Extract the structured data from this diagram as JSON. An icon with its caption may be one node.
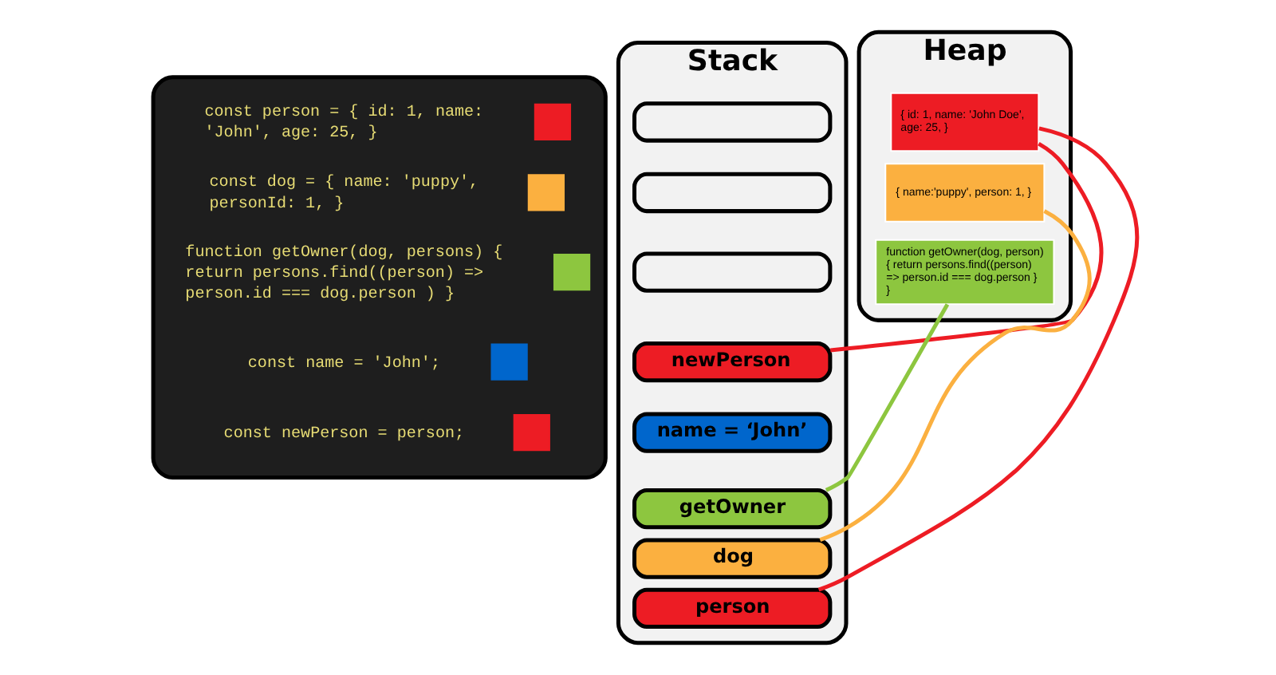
{
  "diagram": {
    "nodes": [
      {
        "text": [],
        "shape": "box"
      },
      {
        "text": [
          "const person = { id: 1, name: 'John', age: 25, }"
        ],
        "in": 0
      },
      {
        "text": [],
        "shape": "box",
        "in": 0
      },
      {
        "text": [
          "const dog = { name: 'puppy', personId: 1, }"
        ],
        "in": 0
      },
      {
        "text": [],
        "shape": "box",
        "in": 0
      },
      {
        "text": [
          "function getOwner(dog, persons) { return persons.find((person) => person.id === dog.person ) }"
        ],
        "in": 0
      },
      {
        "text": [],
        "shape": "box",
        "in": 0
      },
      {
        "text": [
          "const name = 'John';"
        ],
        "in": 0
      },
      {
        "text": [],
        "shape": "box",
        "in": 0
      },
      {
        "text": [
          "const newPerson = person;"
        ],
        "in": 0
      },
      {
        "text": [],
        "shape": "box",
        "in": 0
      },
      {
        "text": [
          "Stack"
        ]
      },
      {
        "text": [],
        "shape": "box",
        "in": 11
      },
      {
        "text": [],
        "shape": "box",
        "in": 11
      },
      {
        "text": [],
        "shape": "box",
        "in": 11
      },
      {
        "text": [
          "newPerson"
        ],
        "in": 11
      },
      {
        "text": [
          "name = ‘John’"
        ],
        "in": 11
      },
      {
        "text": [
          "getOwner"
        ],
        "in": 11
      },
      {
        "text": [
          "dog"
        ],
        "in": 11
      },
      {
        "text": [
          "person"
        ],
        "in": 11
      },
      {
        "text": [
          "Heap"
        ]
      },
      {
        "text": [
          "{ id: 1, name: 'John Doe', age: 25, }"
        ],
        "in": 20
      },
      {
        "text": [
          "{ name:'puppy', person: 1, }"
        ],
        "in": 20
      },
      {
        "text": [
          "function getOwner(dog, person) { return persons.find((person) => person.id === dog.person } }"
        ],
        "in": 20
      }
    ],
    "edges": [
      {
        "from": 15,
        "to": 21,
        "arrow": "none",
        "color": "#ed1c24"
      },
      {
        "from": 17,
        "to": 23,
        "arrow": "none",
        "color": "#8dc63f"
      },
      {
        "from": 18,
        "to": 22,
        "arrow": "none",
        "color": "#fbb040"
      },
      {
        "from": 19,
        "to": 21,
        "arrow": "none",
        "color": "#ed1c24"
      }
    ]
  }
}
